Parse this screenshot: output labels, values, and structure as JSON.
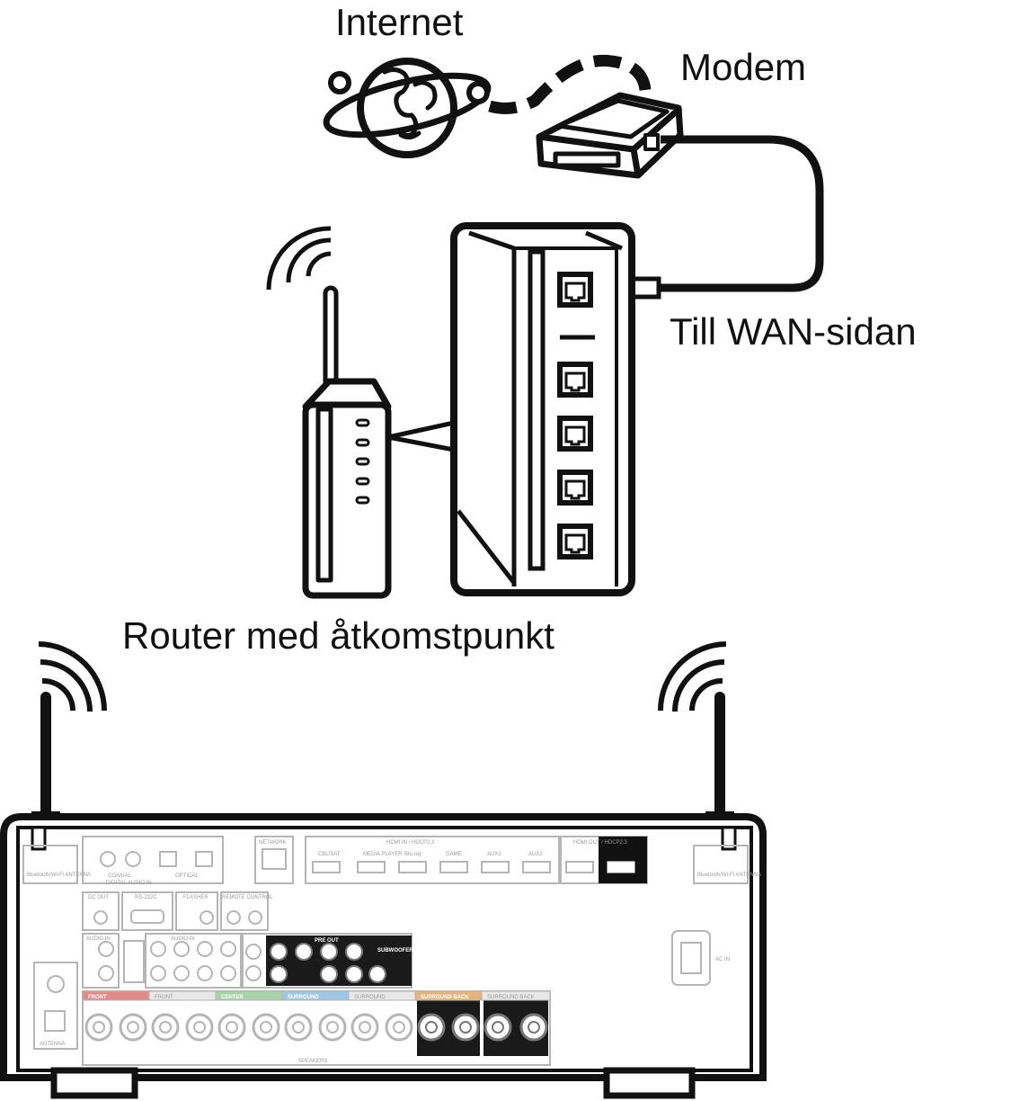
{
  "labels": {
    "internet": "Internet",
    "modem": "Modem",
    "wan_side": "Till WAN-sidan",
    "router": "Router med åtkomstpunkt"
  },
  "receiver_panel": {
    "bluetooth_antenna": "Bluetooth/Wi-Fi ANTENNA",
    "network": "NETWORK",
    "hdmi_in": "HDMI IN / HDCP2.3",
    "hdmi_out": "HDMI OUT / HDCP2.3",
    "hdmi_inputs": [
      "CBL/SAT",
      "MEDIA PLAYER",
      "Blu-ray",
      "GAME",
      "AUX1",
      "AUX2"
    ],
    "digital_audio_in": "DIGITAL AUDIO IN",
    "coaxial": "COAXIAL",
    "optical": "OPTICAL",
    "dc_out": "DC OUT",
    "rs232c": "RS-232C",
    "flasher": "FLASHER",
    "remote_control": "REMOTE CONTROL",
    "audio_in": "AUDIO IN",
    "pre_out": "PRE OUT",
    "subwoofer": "SUBWOOFER",
    "ac_in": "AC IN",
    "antenna": "ANTENNA",
    "speakers": "SPEAKERS",
    "speaker_groups": [
      "FRONT",
      "FRONT",
      "CENTER",
      "SURROUND",
      "SURROUND",
      "SURROUND BACK",
      "SURROUND BACK"
    ]
  },
  "colors": {
    "line": "#111111",
    "panel_gray": "#b5b5b5",
    "front_red": "#e38b86",
    "center_green": "#a9d3a9",
    "surround_blue": "#9fc8e6",
    "surround_back_orange": "#e6b37a"
  }
}
